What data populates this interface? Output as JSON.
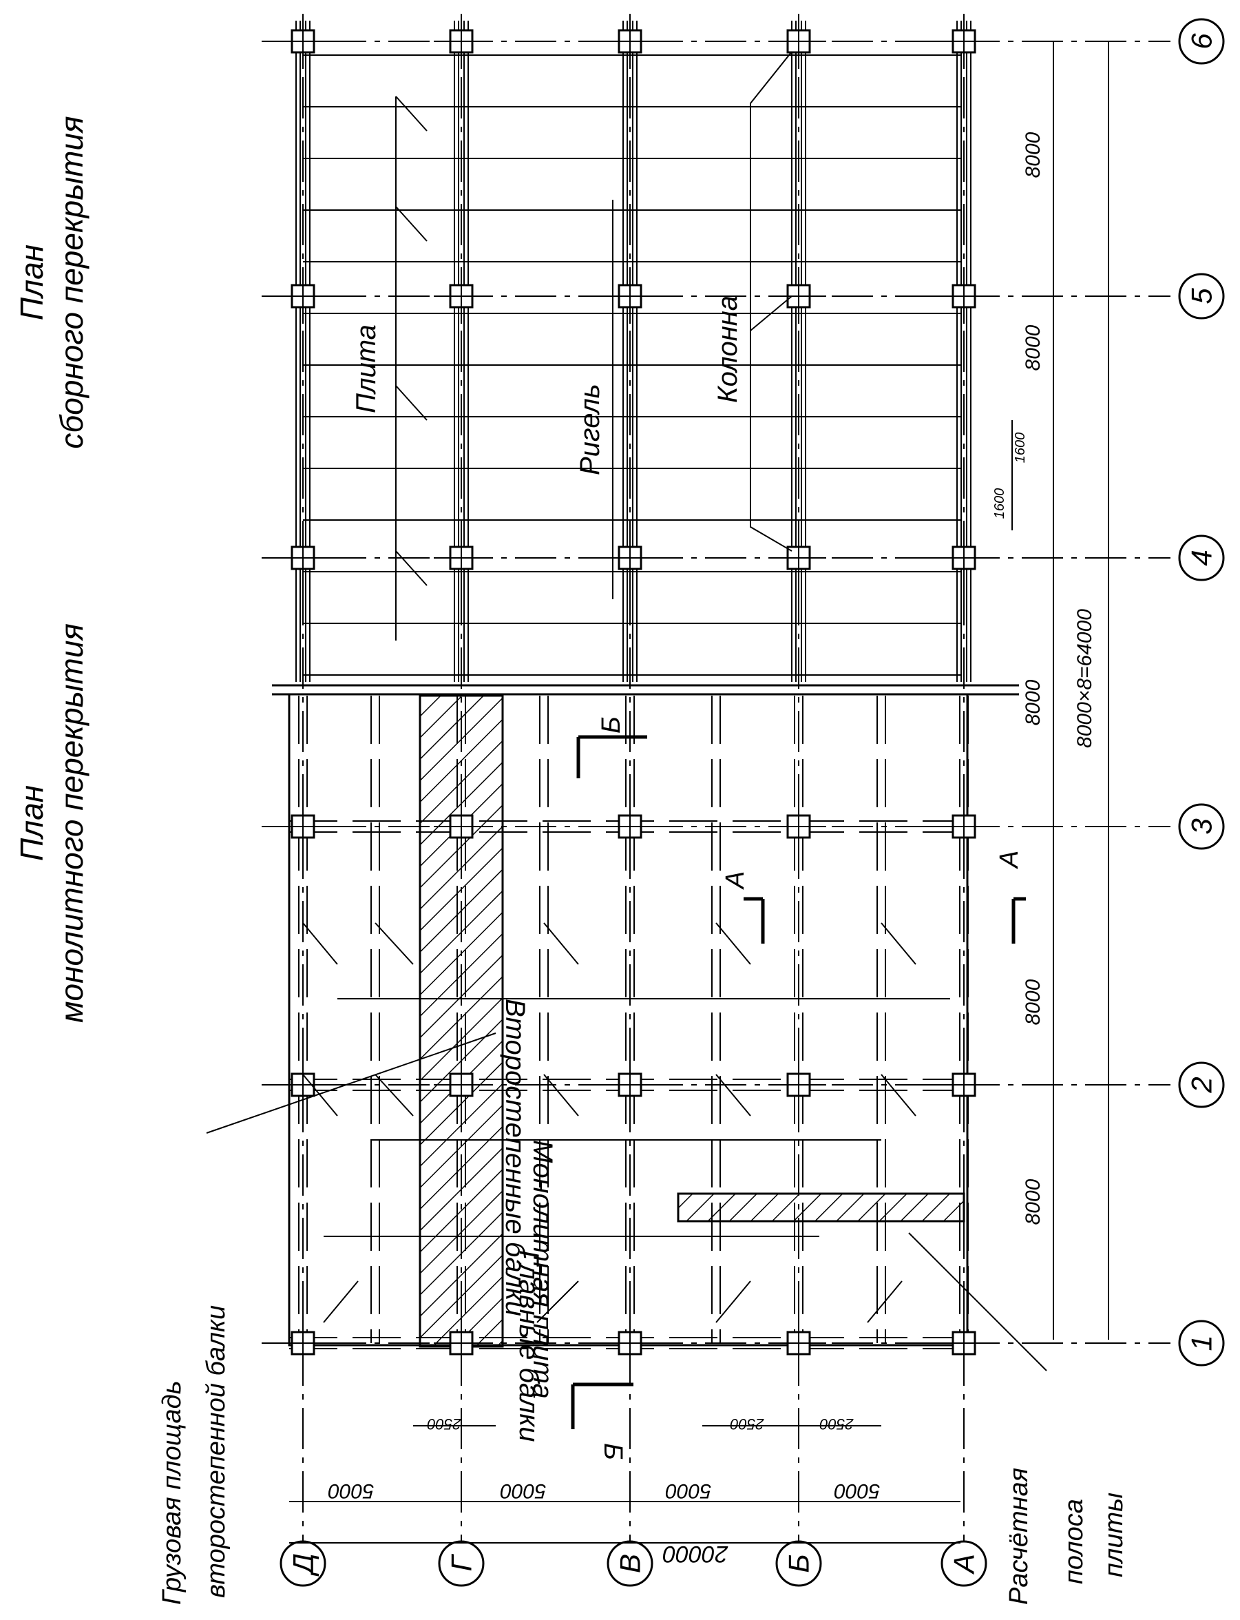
{
  "titles": {
    "precast_line1": "План",
    "precast_line2": "сборного перекрытия",
    "monolithic_line1": "План",
    "monolithic_line2": "монолитного перекрытия"
  },
  "labels": {
    "load_area_line1": "Грузовая площадь",
    "load_area_line2": "второстепенной балки",
    "design_strip_line1": "Расчётная",
    "design_strip_line2": "полоса",
    "design_strip_line3": "плиты",
    "slab": "Плита",
    "girder": "Ригель",
    "column": "Колонна",
    "secondary_beams": "Второстепенные балки",
    "monolithic_slab": "Монолитная плита",
    "main_beams": "Главные балки",
    "section_a": "А",
    "section_b": "Б"
  },
  "axes": {
    "numbered": [
      "1",
      "2",
      "3",
      "4",
      "5",
      "6"
    ],
    "lettered": [
      "А",
      "Б",
      "В",
      "Г",
      "Д"
    ]
  },
  "dimensions": {
    "bay_1_2": "8000",
    "bay_2_3": "8000",
    "bay_3_4": "8000",
    "bay_4_5": "8000",
    "bay_5_6": "8000",
    "total_length": "8000×8=64000",
    "slab_width_1": "1600",
    "slab_width_2": "1600",
    "span_ab": "5000",
    "span_bv": "5000",
    "span_vg": "5000",
    "span_gd": "5000",
    "total_width": "20000",
    "beam_spacing_1": "2500",
    "beam_spacing_2": "2500",
    "beam_spacing_3": "2500"
  }
}
